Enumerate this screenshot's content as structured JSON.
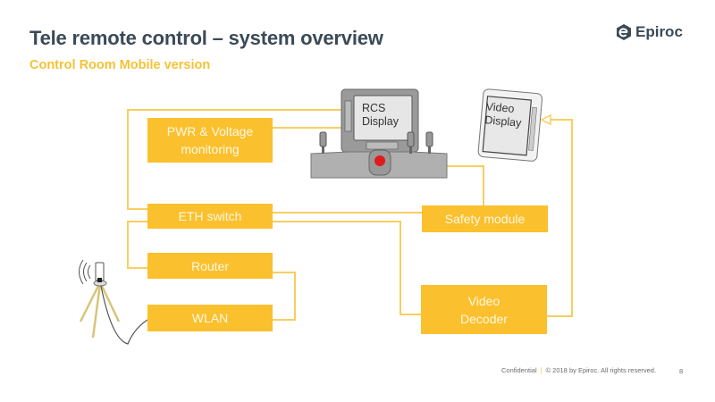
{
  "header": {
    "title": "Tele remote control – system overview",
    "subtitle": "Control Room Mobile version",
    "logo_text": "Epiroc"
  },
  "colors": {
    "accent": "#fbc02d",
    "title": "#3b4a57",
    "line": "#f7cf5f"
  },
  "diagram": {
    "boxes": {
      "pwr": "PWR & Voltage\nmonitoring",
      "eth": "ETH switch",
      "router": "Router",
      "wlan": "WLAN",
      "safety": "Safety module",
      "decoder": "Video\nDecoder"
    },
    "devices": {
      "rcs_display": "RCS\nDisplay",
      "video_display": "Video\nDisplay",
      "antenna": "wireless-antenna-tripod"
    }
  },
  "footer": {
    "confidential": "Confidential",
    "separator": "|",
    "copyright": "© 2018 by Epiroc. All rights reserved.",
    "page": "8"
  }
}
